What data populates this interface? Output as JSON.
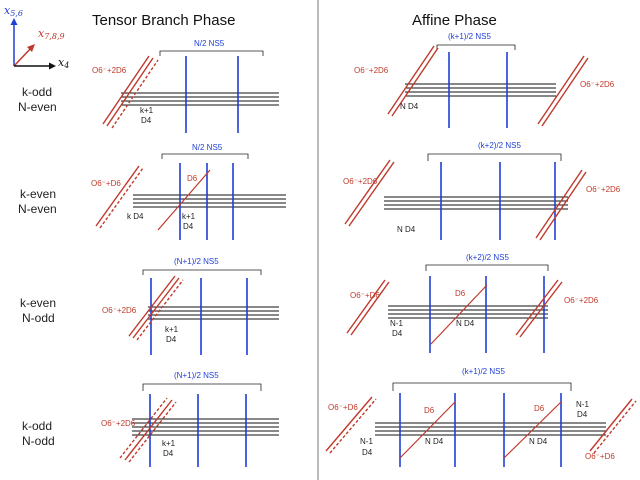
{
  "headings": {
    "left": "Tensor Branch Phase",
    "right": "Affine Phase"
  },
  "axes": {
    "vertical": "x",
    "vertical_sub": "5,6",
    "diagonal": "x",
    "diagonal_sub": "7,8,9",
    "horizontal": "x",
    "horizontal_sub": "4"
  },
  "colors": {
    "ns5": "#1f3fd6",
    "o6": "#c0392b",
    "d4": "#111111"
  },
  "rows": [
    {
      "label_line1": "k-odd",
      "label_line2": "N-even",
      "tensor": {
        "ns5_label": "N/2 NS5",
        "o6_label": "O6⁻+2D6",
        "d4_label_1": "k+1",
        "d4_label_2": "D4"
      },
      "affine": {
        "ns5_label": "(k+1)/2 NS5",
        "o6_left_label": "O6⁻+2D6",
        "o6_right_label": "O6⁻+2D6",
        "d4_label": "N D4"
      }
    },
    {
      "label_line1": "k-even",
      "label_line2": "N-even",
      "tensor": {
        "ns5_label": "N/2 NS5",
        "o6_label": "O6⁻+D6",
        "d6_label": "D6",
        "d4_left_label": "k D4",
        "d4_label_1": "k+1",
        "d4_label_2": "D4"
      },
      "affine": {
        "ns5_label": "(k+2)/2 NS5",
        "o6_left_label": "O6⁻+2D6",
        "o6_right_label": "O6⁻+2D6",
        "d4_label": "N D4"
      }
    },
    {
      "label_line1": "k-even",
      "label_line2": "N-odd",
      "tensor": {
        "ns5_label": "(N+1)/2 NS5",
        "o6_label": "O6⁻+2D6",
        "d4_label_1": "k+1",
        "d4_label_2": "D4"
      },
      "affine": {
        "ns5_label": "(k+2)/2 NS5",
        "o6_left_label": "O6⁻+D6",
        "o6_right_label": "O6⁻+2D6",
        "d6_label": "D6",
        "d4_left_1": "N-1",
        "d4_left_2": "D4",
        "d4_label": "N D4"
      }
    },
    {
      "label_line1": "k-odd",
      "label_line2": "N-odd",
      "tensor": {
        "ns5_label": "(N+1)/2 NS5",
        "o6_label": "O6⁻+2D6",
        "d4_label_1": "k+1",
        "d4_label_2": "D4"
      },
      "affine": {
        "ns5_label": "(k+1)/2 NS5",
        "o6_left_label": "O6⁻+D6",
        "o6_right_label": "O6⁻+D6",
        "d6_label_1": "D6",
        "d6_label_2": "D6",
        "d4_left_1": "N-1",
        "d4_left_2": "D4",
        "d4_mid_1": "N D4",
        "d4_mid_2": "N D4",
        "d4_right_1": "N-1",
        "d4_right_2": "D4"
      }
    }
  ]
}
